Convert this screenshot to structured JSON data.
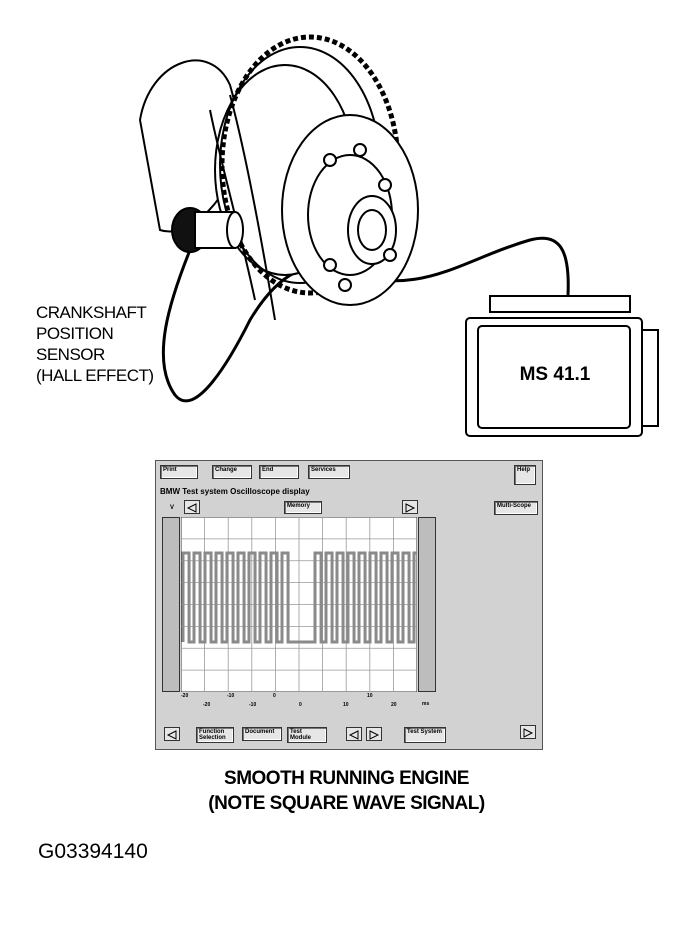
{
  "sensor_label_lines": [
    "CRANKSHAFT",
    "POSITION",
    "SENSOR",
    "(HALL EFFECT)"
  ],
  "ecu_label": "MS 41.1",
  "scope": {
    "buttons_top": [
      "Print",
      "Change",
      "End",
      "Services"
    ],
    "help_label": "Help",
    "title": "BMW  Test system  Oscilloscope display",
    "memory_label": "Memory",
    "right_button": "Multi-Scope",
    "v_label": "V",
    "x_ticks_upper": [
      "-20",
      "-10",
      "0",
      "10"
    ],
    "x_ticks_lower": [
      "-20",
      "-10",
      "0",
      "10",
      "20"
    ],
    "x_unit": "ms",
    "buttons_bottom": [
      "Function Selection",
      "Document",
      "Test Module",
      "Test System"
    ]
  },
  "caption_line1": "SMOOTH RUNNING ENGINE",
  "caption_line2": "(NOTE SQUARE WAVE SIGNAL)",
  "figure_id": "G03394140",
  "colors": {
    "line": "#000000",
    "scope_bg": "#d2d2d2",
    "grid_bg": "#ffffff",
    "wave": "#8a8a8a"
  }
}
